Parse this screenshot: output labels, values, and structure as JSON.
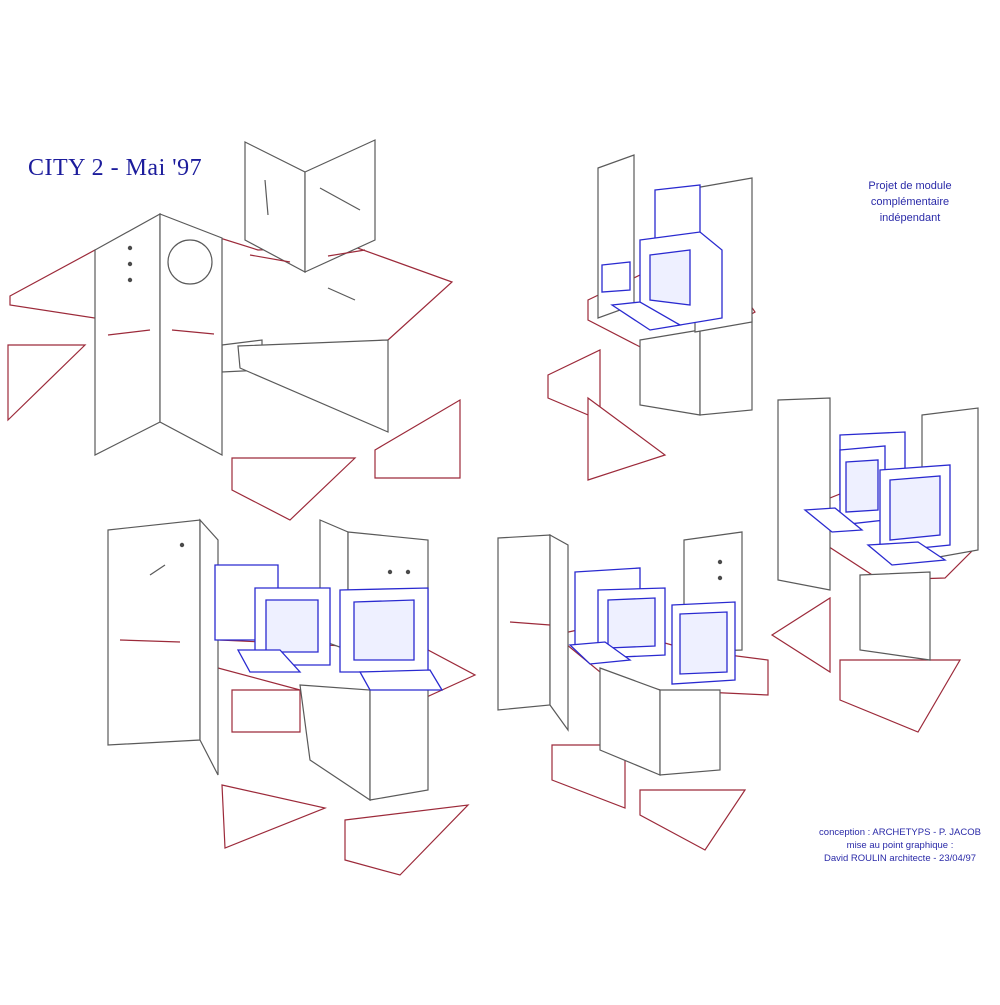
{
  "title": "CITY 2 - Mai '97",
  "note_top_right": [
    "Projet de module",
    "complémentaire",
    "indépendant"
  ],
  "note_bottom_right": [
    "conception : ARCHETYPS - P. JACOB",
    "mise au point graphique :",
    "David ROULIN architecte - 23/04/97"
  ],
  "colors": {
    "title": "#1c1c9c",
    "panels": "#5a5a5a",
    "tabletops_and_wedges": "#9c2a3a",
    "computers": "#2a2ad0"
  }
}
